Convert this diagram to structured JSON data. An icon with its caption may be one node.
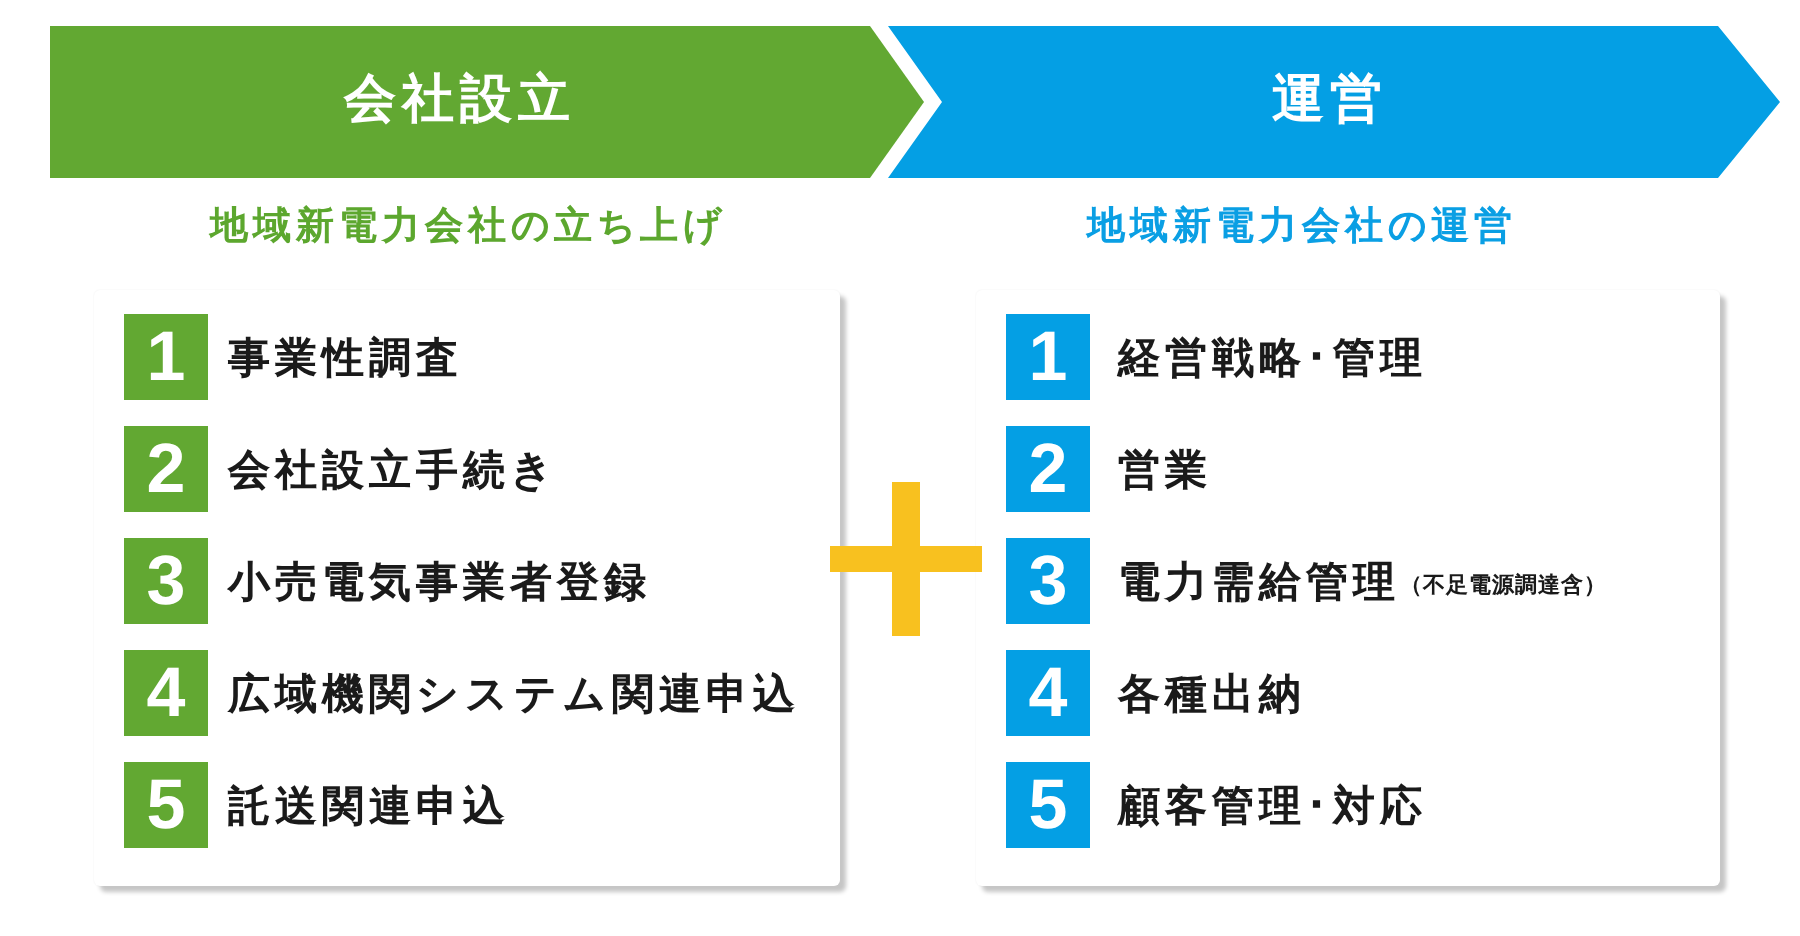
{
  "diagram": {
    "nodes": [
      {
        "text": [
          "会社設立"
        ]
      },
      {
        "text": [
          "運営"
        ]
      },
      {
        "text": [
          "地域新電力会社の立ち上げ"
        ]
      },
      {
        "text": [
          "1"
        ],
        "in": 2,
        "beside": [
          "事業性調査"
        ]
      },
      {
        "text": [
          "2"
        ],
        "in": 2,
        "beside": [
          "会社設立手続き"
        ]
      },
      {
        "text": [
          "3"
        ],
        "in": 2,
        "beside": [
          "小売電気事業者登録"
        ]
      },
      {
        "text": [
          "4"
        ],
        "in": 2,
        "beside": [
          "広域機関システム関連申込"
        ]
      },
      {
        "text": [
          "5"
        ],
        "in": 2,
        "beside": [
          "託送関連申込"
        ]
      },
      {
        "text": [
          "地域新電力会社の運営"
        ]
      },
      {
        "text": [
          "1"
        ],
        "in": 8,
        "beside": [
          "経営戦略･管理"
        ]
      },
      {
        "text": [
          "2"
        ],
        "in": 8,
        "beside": [
          "営業"
        ]
      },
      {
        "text": [
          "3"
        ],
        "in": 8,
        "beside": [
          "電力需給管理",
          "（不足電源調達含）"
        ]
      },
      {
        "text": [
          "4"
        ],
        "in": 8,
        "beside": [
          "各種出納"
        ]
      },
      {
        "text": [
          "5"
        ],
        "in": 8,
        "beside": [
          "顧客管理･対応"
        ]
      }
    ]
  }
}
